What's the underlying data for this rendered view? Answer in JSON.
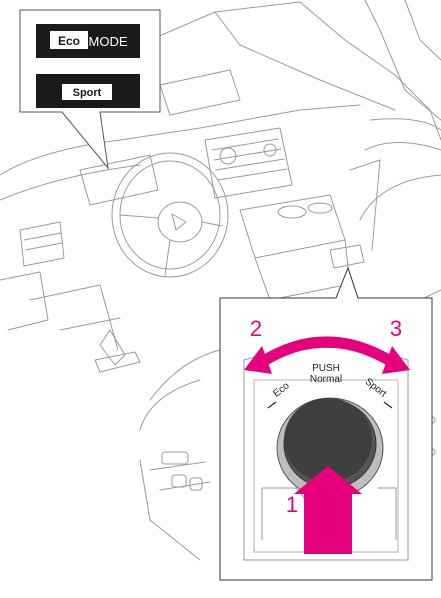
{
  "callout_top": {
    "eco_badge": "Eco",
    "eco_suffix": "MODE",
    "sport_badge": "Sport"
  },
  "callout_dial": {
    "step_1": "1",
    "step_2": "2",
    "step_3": "3",
    "push": "PUSH",
    "normal": "Normal",
    "eco": "Eco",
    "sport": "Sport"
  },
  "colors": {
    "arrow": "#e6007e",
    "line": "#8a8a8a",
    "badge_bg": "#1a1a1a",
    "badge_text": "#ffffff"
  }
}
